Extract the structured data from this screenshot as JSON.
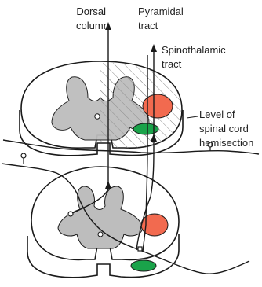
{
  "labels": {
    "dorsal_column": [
      "Dorsal",
      "column"
    ],
    "pyramidal_tract": [
      "Pyramidal",
      "tract"
    ],
    "spinothalamic_tract": [
      "Spinothalamic",
      "tract"
    ],
    "level_of_hemisection": [
      "Level of",
      "spinal cord",
      "hemisection"
    ]
  },
  "colors": {
    "outline": "#1a1a1a",
    "grey_matter": "#bdbdbd",
    "pyramidal_tract": "#f26a4f",
    "spinothalamic_tract": "#1aa34a",
    "hatch": "#8a8a8a",
    "background": "#ffffff"
  },
  "icons": [
    "arrow-up-icon",
    "neuron-cell-body-icon"
  ]
}
